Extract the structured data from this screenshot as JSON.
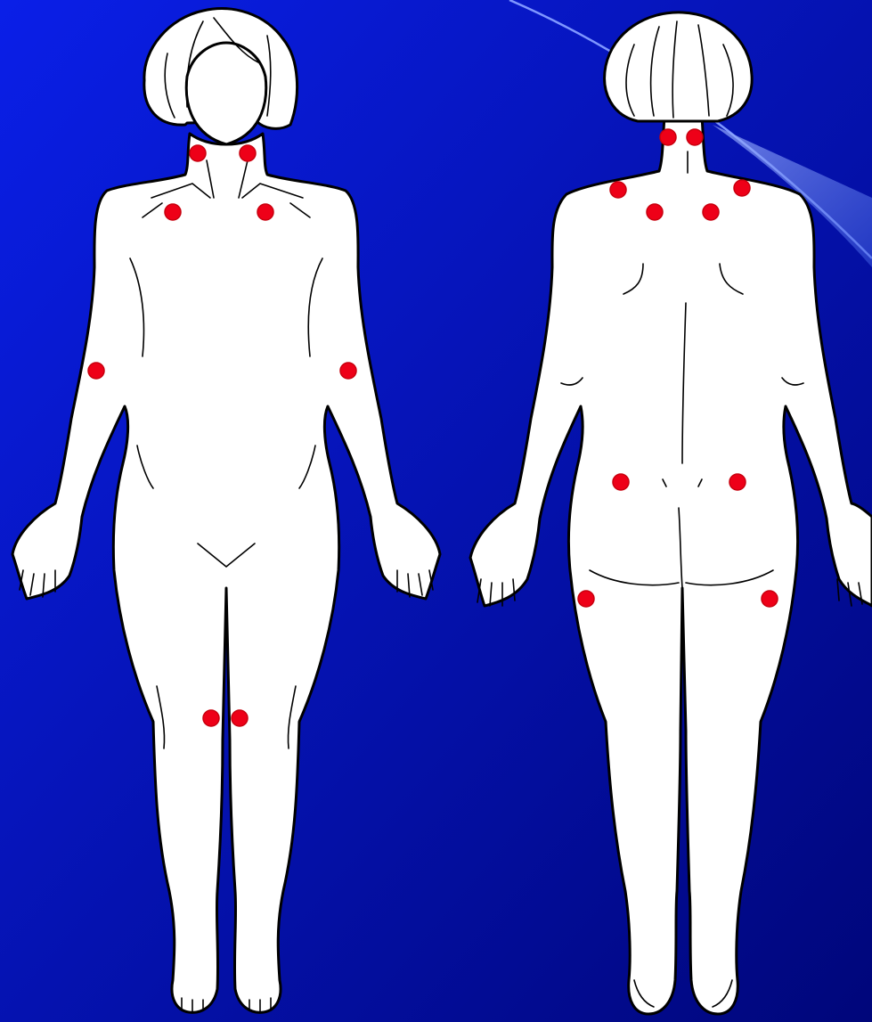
{
  "colors": {
    "background_top_left": "#0a1fe8",
    "background_bottom_right": "#00067a",
    "figure_fill": "#ffffff",
    "outline": "#000000",
    "tender_point": "#ee0018",
    "decor_ray": "#6d8cff"
  },
  "figures": [
    {
      "id": "front",
      "view": "anterior"
    },
    {
      "id": "back",
      "view": "posterior"
    }
  ],
  "tender_points": {
    "front": [
      {
        "site": "neck-left"
      },
      {
        "site": "neck-right"
      },
      {
        "site": "chest-left"
      },
      {
        "site": "chest-right"
      },
      {
        "site": "elbow-left"
      },
      {
        "site": "elbow-right"
      },
      {
        "site": "knee-left"
      },
      {
        "site": "knee-right"
      }
    ],
    "back": [
      {
        "site": "occiput-left"
      },
      {
        "site": "occiput-right"
      },
      {
        "site": "trapezius-left"
      },
      {
        "site": "trapezius-right"
      },
      {
        "site": "supraspinatus-left"
      },
      {
        "site": "supraspinatus-right"
      },
      {
        "site": "gluteal-left"
      },
      {
        "site": "gluteal-right"
      },
      {
        "site": "hip-left"
      },
      {
        "site": "hip-right"
      }
    ]
  }
}
